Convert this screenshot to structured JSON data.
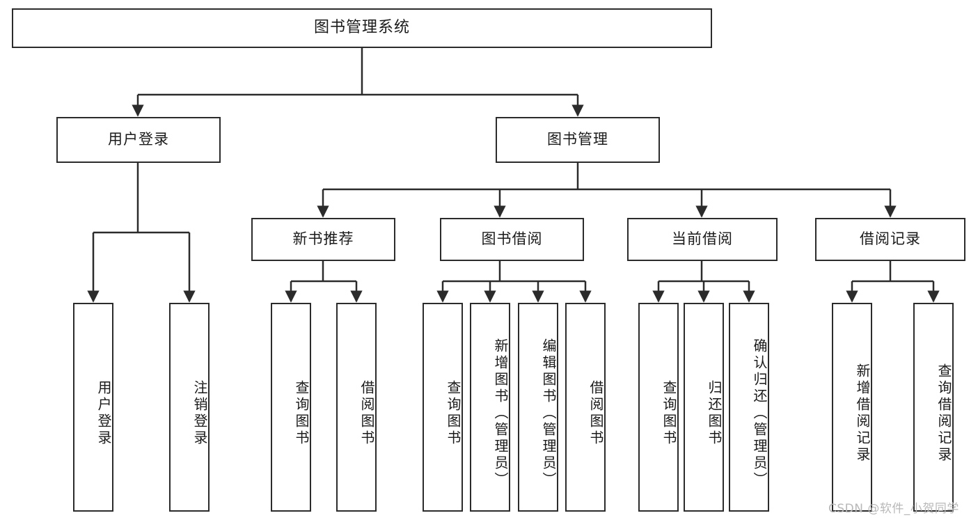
{
  "diagram": {
    "title": "图书管理系统",
    "type": "tree-hierarchy",
    "orientation": "top-down",
    "nodes": {
      "root": {
        "label": "图书管理系统",
        "level": 0
      },
      "l1": [
        {
          "id": "user-login",
          "label": "用户登录"
        },
        {
          "id": "book-manage",
          "label": "图书管理"
        }
      ],
      "l2": [
        {
          "id": "new-book-rec",
          "label": "新书推荐",
          "parent": "book-manage"
        },
        {
          "id": "book-borrow",
          "label": "图书借阅",
          "parent": "book-manage"
        },
        {
          "id": "current-borrow",
          "label": "当前借阅",
          "parent": "book-manage"
        },
        {
          "id": "borrow-record",
          "label": "借阅记录",
          "parent": "book-manage"
        }
      ],
      "leaves": [
        {
          "id": "leaf-user-login",
          "label": "用户登录",
          "parent": "user-login"
        },
        {
          "id": "leaf-logout",
          "label": "注销登录",
          "parent": "user-login"
        },
        {
          "id": "leaf-query-book-1",
          "label": "查询图书",
          "parent": "new-book-rec"
        },
        {
          "id": "leaf-borrow-book-1",
          "label": "借阅图书",
          "parent": "new-book-rec"
        },
        {
          "id": "leaf-query-book-2",
          "label": "查询图书",
          "parent": "book-borrow"
        },
        {
          "id": "leaf-add-book",
          "label": "新增图书（管理员）",
          "parent": "book-borrow"
        },
        {
          "id": "leaf-edit-book",
          "label": "编辑图书（管理员）",
          "parent": "book-borrow"
        },
        {
          "id": "leaf-borrow-book-2",
          "label": "借阅图书",
          "parent": "book-borrow"
        },
        {
          "id": "leaf-query-book-3",
          "label": "查询图书",
          "parent": "current-borrow"
        },
        {
          "id": "leaf-return-book",
          "label": "归还图书",
          "parent": "current-borrow"
        },
        {
          "id": "leaf-confirm-return",
          "label": "确认归还（管理员）",
          "parent": "current-borrow"
        },
        {
          "id": "leaf-add-record",
          "label": "新增借阅记录",
          "parent": "borrow-record"
        },
        {
          "id": "leaf-query-record",
          "label": "查询借阅记录",
          "parent": "borrow-record"
        }
      ]
    },
    "colors": {
      "stroke": "#2b2b2b",
      "fill": "#ffffff",
      "text": "#1a1a1a",
      "watermark": "#b8b8b8"
    }
  },
  "watermark": {
    "text": "CSDN @软件_小贺同学"
  }
}
